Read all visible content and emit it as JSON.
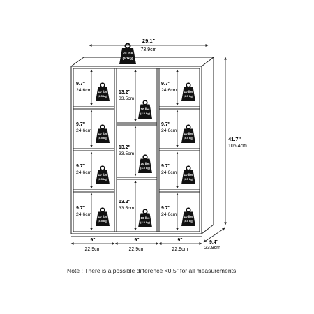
{
  "overall": {
    "width_in": "29.1\"",
    "width_cm": "73.9cm",
    "height_in": "41.7\"",
    "height_cm": "106.4cm",
    "depth_in": "9.4\"",
    "depth_cm": "23.9cm",
    "top_load_lbs": "20 lbs",
    "top_load_kg": "(9.1kg)"
  },
  "cubby": {
    "side_h_in": "9.7\"",
    "side_h_cm": "24.6cm",
    "mid_h_in": "13.2\"",
    "mid_h_cm": "33.5cm",
    "col_w_in": "9\"",
    "col_w_cm": "22.9cm",
    "load_lbs": "10 lbs",
    "load_kg": "(4.5 kg)"
  },
  "note": "Note : There is a possible difference <0.5\" for all measurements.",
  "colors": {
    "line": "#222222",
    "weight": "#111111",
    "weight_text": "#ffffff"
  }
}
